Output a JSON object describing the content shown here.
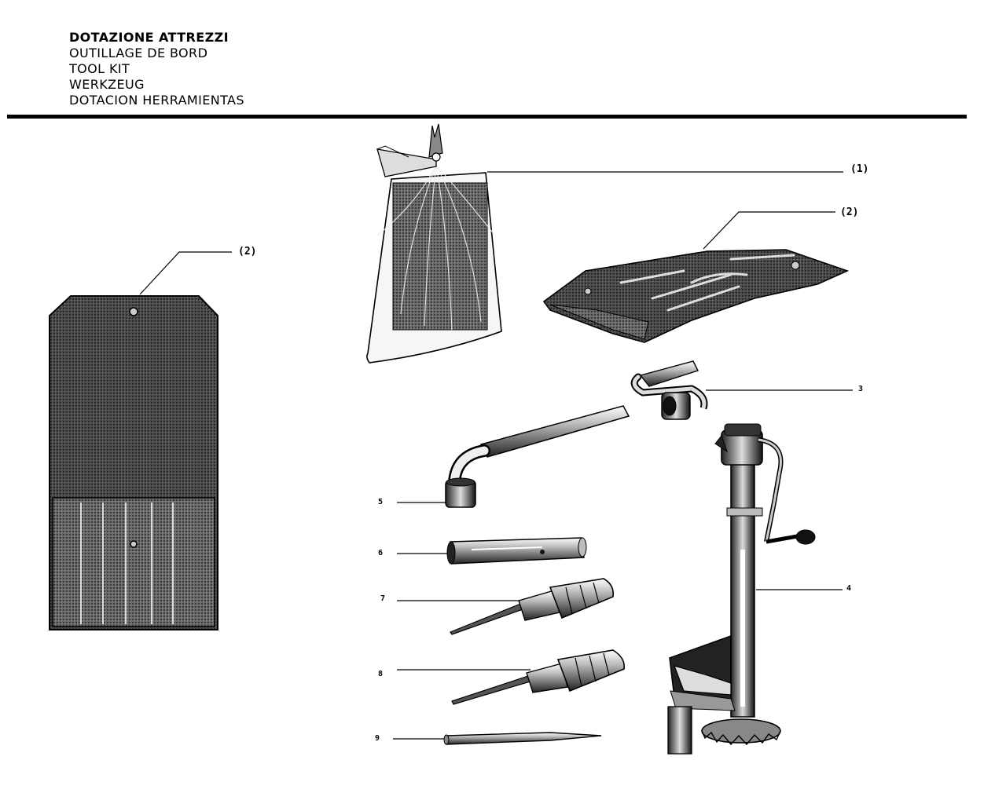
{
  "header": {
    "title_it": "DOTAZIONE ATTREZZI",
    "title_fr": "OUTILLAGE DE BORD",
    "title_en": "TOOL KIT",
    "title_de": "WERKZEUG",
    "title_es": "DOTACION HERRAMIENTAS"
  },
  "callouts": {
    "bag": "(1)",
    "roll_open": "(2)",
    "roll_closed": "(2)",
    "crank_wrench": "3",
    "jack": "4",
    "wheel_wrench": "5",
    "tube_spanner": "6",
    "screwdriver_a": "7",
    "screwdriver_b": "8",
    "drift": "9"
  },
  "icons": [
    "tool-roll-closed-icon",
    "plastic-bag-icon",
    "tool-roll-open-icon",
    "crank-wrench-icon",
    "wheel-wrench-icon",
    "tube-spanner-icon",
    "screwdriver-icon",
    "screwdriver-icon",
    "drift-punch-icon",
    "car-jack-icon"
  ]
}
